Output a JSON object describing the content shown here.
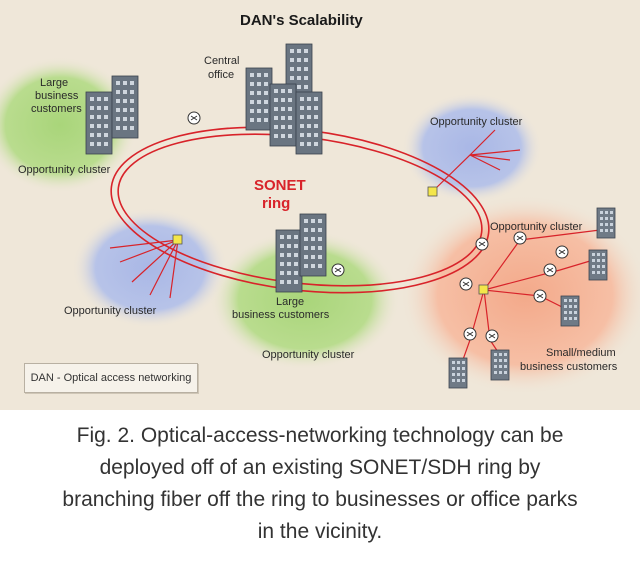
{
  "diagram": {
    "title": "DAN's Scalability",
    "ring_label_line1": "SONET",
    "ring_label_line2": "ring",
    "central_office_line1": "Central",
    "central_office_line2": "office",
    "large_business_left_line1": "Large",
    "large_business_left_line2": "business",
    "large_business_left_line3": "customers",
    "large_business_bottom_line1": "Large",
    "large_business_bottom_line2": "business customers",
    "opportunity_cluster": "Opportunity cluster",
    "small_medium_line1": "Small/medium",
    "small_medium_line2": "business customers",
    "legend": "DAN - Optical access networking"
  },
  "caption": {
    "line1": "Fig. 2. Optical-access-networking technology can be",
    "line2": "deployed off of an existing SONET/SDH ring by",
    "line3": "branching fiber off the ring to businesses or office parks",
    "line4": "in the vicinity."
  },
  "colors": {
    "background": "#efe7d9",
    "fiber": "#d8232a",
    "cluster_green": "#b9dc8e",
    "cluster_blue": "#b7c3e8",
    "cluster_orange": "#f6bfa5",
    "building": "#6f7a86"
  }
}
